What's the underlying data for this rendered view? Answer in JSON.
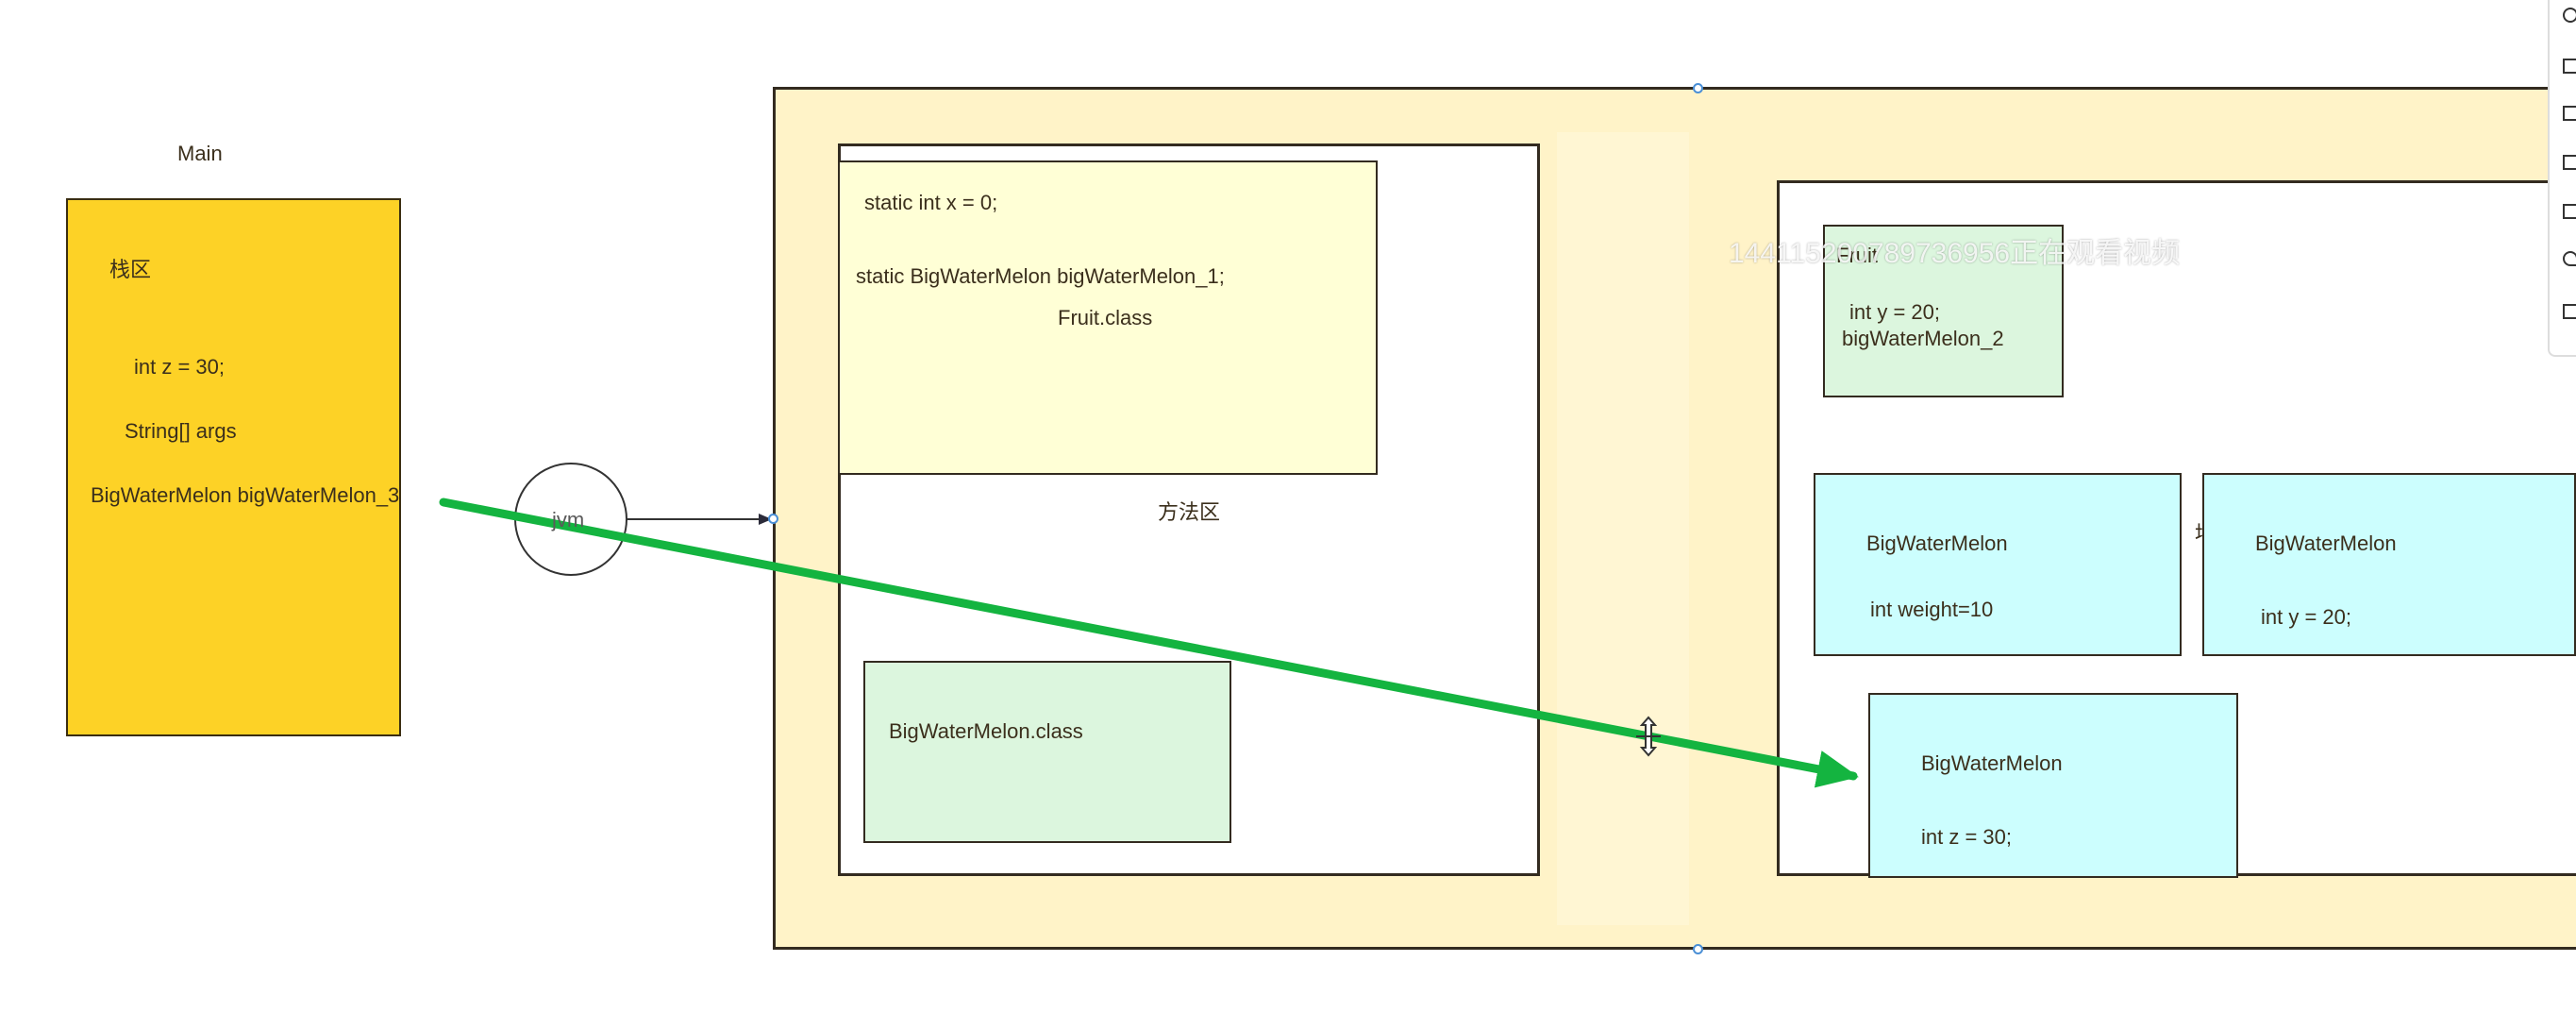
{
  "stack": {
    "top_label": "Main",
    "title": "栈区",
    "var_z": "int z = 30;",
    "var_args": "String[] args",
    "var_bwm3": "BigWaterMelon bigWaterMelon_3"
  },
  "jvm": {
    "label": "jvm"
  },
  "method_area": {
    "label": "方法区",
    "static_x": "static int x = 0;",
    "static_bwm": "static BigWaterMelon bigWaterMelon_1;",
    "fruit_class": "Fruit.class",
    "bwm_class": "BigWaterMelon.class"
  },
  "heap": {
    "fruit_title": "Fruit",
    "fruit_y": "int y = 20;",
    "fruit_ref": "bigWaterMelon_2",
    "obj1_title": "BigWaterMelon",
    "obj1_field": "int weight=10",
    "obj2_title": "BigWaterMelon",
    "obj2_field": "int y = 20;",
    "obj3_title": "BigWaterMelon",
    "obj3_field": "int z = 30;",
    "partial_char": "坤"
  },
  "watermark": "14411520078973​6956正在观看视频",
  "colors": {
    "stack_fill": "#fdd226",
    "outer_fill": "#fff3c8",
    "static_fill": "#ffffd6",
    "class_fill": "#dcf6de",
    "object_fill": "#ccfefe",
    "arrow_green": "#14b440"
  },
  "icons": [
    "move-cursor-icon",
    "toolbar-icons"
  ]
}
